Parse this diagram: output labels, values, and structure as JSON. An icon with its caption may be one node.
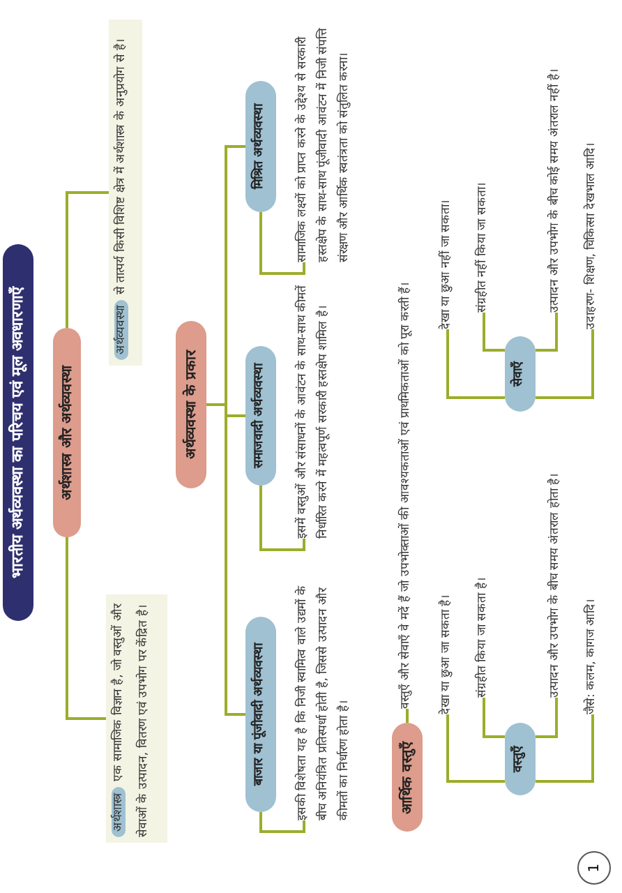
{
  "diagram": {
    "title": "भारतीय अर्थव्यवस्था का परिचय एवं मूल अवधारणाएँ",
    "nodes": [
      {
        "text": [
          "अर्थशास्त्र और अर्थव्यवस्था"
        ]
      },
      {
        "text": [
          "अर्थशास्त्र",
          "एक सामाजिक विज्ञान है, जो वस्तुओं और सेवाओं के उत्पादन, वितरण एवं उपभोग पर केंद्रित है।"
        ]
      },
      {
        "text": [
          "अर्थव्यवस्था",
          "से तात्पर्य किसी विशिष्ट क्षेत्र में अर्थशास्त्र के अनुप्रयोग से है।"
        ]
      },
      {
        "text": [
          "अर्थव्यवस्था के प्रकार"
        ]
      },
      {
        "text": [
          "बाजार या पूंजीवादी अर्थव्यवस्था"
        ]
      },
      {
        "text": [
          "समाजवादी अर्थव्यवस्था"
        ]
      },
      {
        "text": [
          "मिश्रित अर्थव्यवस्था"
        ]
      },
      {
        "text": [
          "इसकी विशेषता यह है कि निजी स्वामित्व वाले उद्यमों के बीच अनियंत्रित प्रतिस्पर्धा होती है, जिससे उत्पादन और कीमतों का निर्धारण होता है।"
        ]
      },
      {
        "text": [
          "इसमें वस्तुओं और संसाधनों के आवंटन के साथ-साथ कीमतें निर्धारित करने में महत्वपूर्ण सरकारी हस्तक्षेप शामिल है।"
        ]
      },
      {
        "text": [
          "सामाजिक लक्ष्यों को प्राप्त करने के उद्देश्य से सरकारी हस्तक्षेप के साथ-साथ पूंजीवादी आवंटन में निजी संपत्ति संरक्षण और आर्थिक स्वतंत्रता को संतुलित करना।"
        ]
      },
      {
        "text": [
          "आर्थिक वस्तुएँ"
        ]
      },
      {
        "text": [
          "वस्तुएँ और सेवाएँ वे मदें हैं जो उपभोक्ताओं की आवश्यकताओं एवं प्राथमिकताओं को पूरा करती हैं।"
        ]
      },
      {
        "text": [
          "वस्तुएँ"
        ]
      },
      {
        "text": [
          "देखा या छुआ जा सकता है।"
        ]
      },
      {
        "text": [
          "संग्रहीत किया जा सकता है।"
        ]
      },
      {
        "text": [
          "उत्पादन और उपभोग के बीच समय अंतराल होता है।"
        ]
      },
      {
        "text": [
          "जैसे: कलम, कागज आदि।"
        ]
      },
      {
        "text": [
          "सेवाएँ"
        ]
      },
      {
        "text": [
          "देखा या छुआ नहीं जा सकता।"
        ]
      },
      {
        "text": [
          "संग्रहीत नहीं किया जा सकता।"
        ]
      },
      {
        "text": [
          "उत्पादन और उपभोग के बीच कोई समय अंतराल नहीं है।"
        ]
      },
      {
        "text": [
          "उदाहरण- शिक्षण, चिकित्सा देखभाल आदि।"
        ]
      },
      {
        "text": [
          "1"
        ]
      }
    ],
    "edges": [
      {
        "from": 0,
        "to": 1,
        "arrow": "none"
      },
      {
        "from": 0,
        "to": 2,
        "arrow": "none"
      },
      {
        "from": 3,
        "to": 4,
        "arrow": "none"
      },
      {
        "from": 3,
        "to": 5,
        "arrow": "none"
      },
      {
        "from": 3,
        "to": 6,
        "arrow": "none"
      },
      {
        "from": 4,
        "to": 7,
        "arrow": "none"
      },
      {
        "from": 5,
        "to": 8,
        "arrow": "none"
      },
      {
        "from": 6,
        "to": 9,
        "arrow": "none"
      },
      {
        "from": 10,
        "to": 11,
        "arrow": "none"
      },
      {
        "from": 12,
        "to": 13,
        "arrow": "none"
      },
      {
        "from": 12,
        "to": 14,
        "arrow": "none"
      },
      {
        "from": 12,
        "to": 15,
        "arrow": "none"
      },
      {
        "from": 12,
        "to": 16,
        "arrow": "none"
      },
      {
        "from": 17,
        "to": 18,
        "arrow": "none"
      },
      {
        "from": 17,
        "to": 19,
        "arrow": "none"
      },
      {
        "from": 17,
        "to": 20,
        "arrow": "none"
      },
      {
        "from": 17,
        "to": 21,
        "arrow": "none"
      }
    ]
  }
}
